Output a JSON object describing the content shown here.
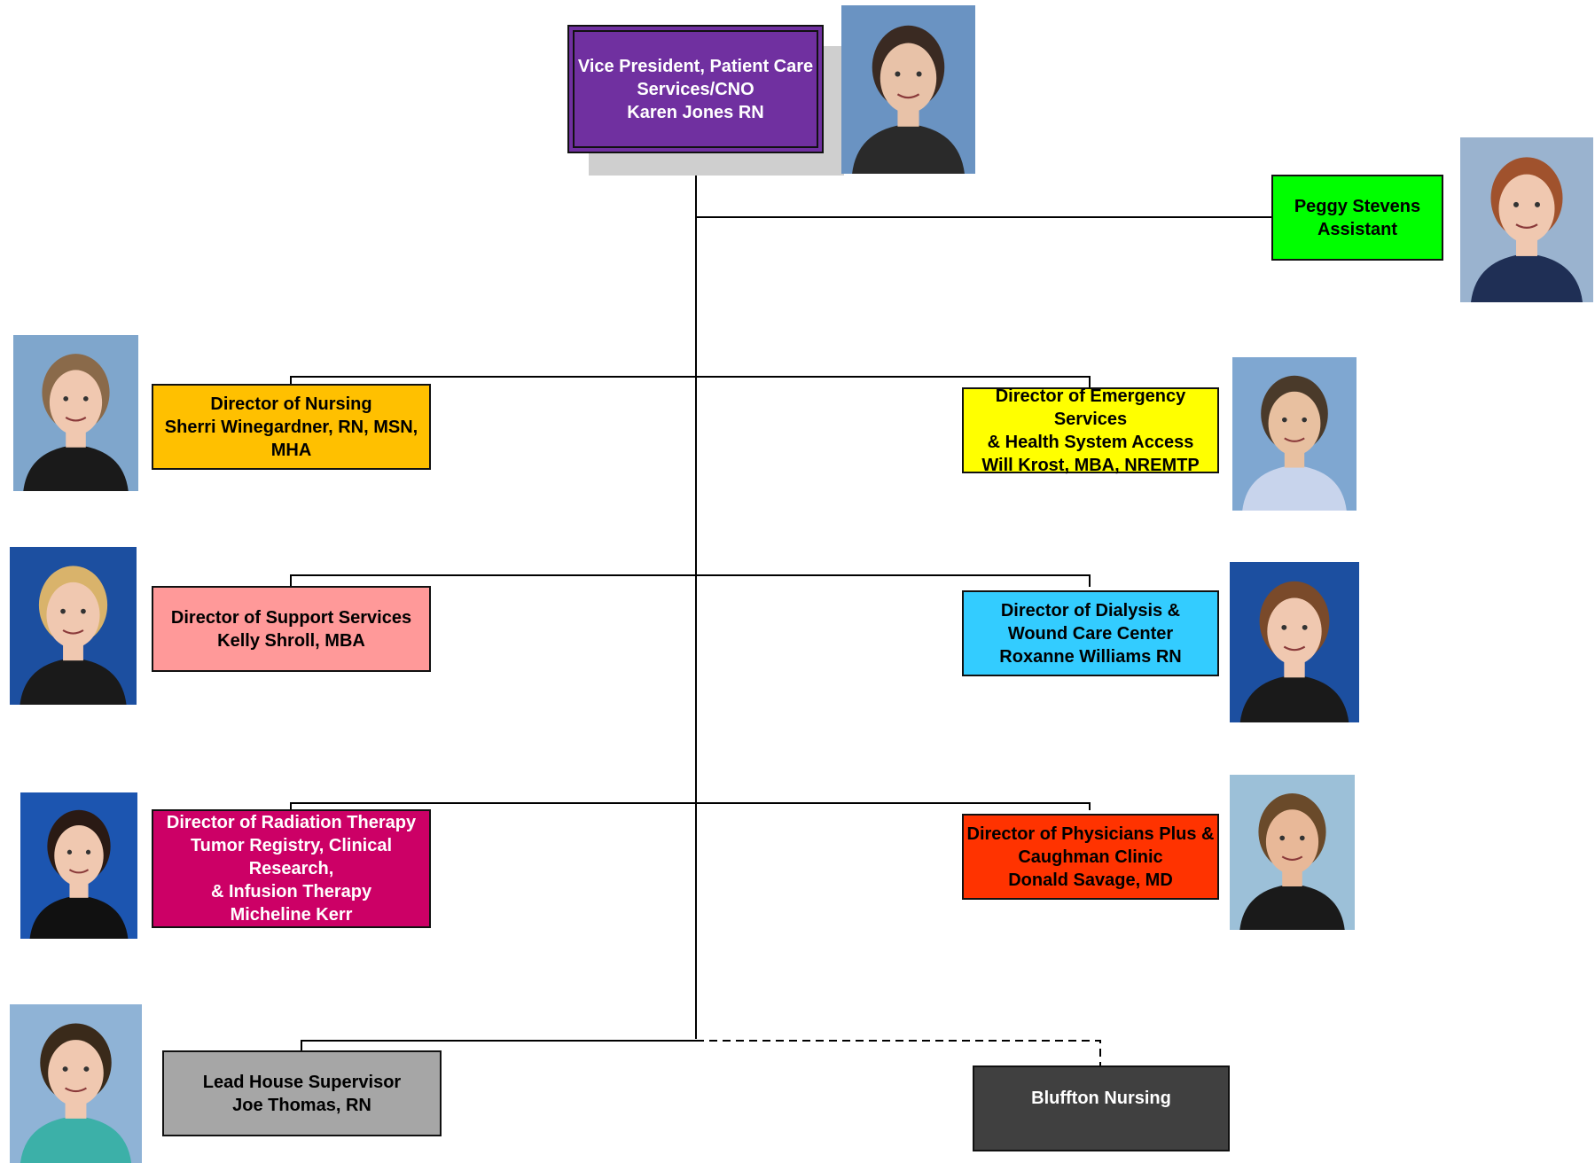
{
  "nodes": {
    "vp": {
      "lines": [
        "Vice President, Patient Care",
        "Services/CNO",
        "Karen Jones RN"
      ],
      "color": "#7030a0",
      "text_color": "#ffffff"
    },
    "assistant": {
      "lines": [
        "Peggy Stevens",
        "Assistant"
      ],
      "color": "#00ff00",
      "text_color": "#000000"
    },
    "nursing": {
      "lines": [
        "Director of Nursing",
        "Sherri Winegardner, RN, MSN,",
        "MHA"
      ],
      "color": "#ffc000",
      "text_color": "#000000"
    },
    "emergency": {
      "lines": [
        "Director of Emergency Services",
        "& Health System Access",
        "Will Krost, MBA, NREMTP"
      ],
      "color": "#ffff00",
      "text_color": "#000000"
    },
    "support": {
      "lines": [
        "Director of Support Services",
        "Kelly Shroll, MBA"
      ],
      "color": "#ff9999",
      "text_color": "#000000"
    },
    "dialysis": {
      "lines": [
        "Director of Dialysis &",
        "Wound Care Center",
        "Roxanne Williams RN"
      ],
      "color": "#33ccff",
      "text_color": "#000000"
    },
    "radiation": {
      "lines": [
        "Director of Radiation Therapy",
        "Tumor Registry, Clinical Research,",
        "& Infusion Therapy",
        "Micheline Kerr"
      ],
      "color": "#cc0066",
      "text_color": "#ffffff"
    },
    "physicians": {
      "lines": [
        "Director of Physicians Plus &",
        "Caughman Clinic",
        "Donald Savage, MD"
      ],
      "color": "#ff3300",
      "text_color": "#000000"
    },
    "supervisor": {
      "lines": [
        "Lead House Supervisor",
        "Joe Thomas, RN"
      ],
      "color": "#a6a6a6",
      "text_color": "#000000"
    },
    "bluffton": {
      "lines": [
        "Bluffton Nursing"
      ],
      "color": "#404040",
      "text_color": "#ffffff"
    }
  },
  "photos": {
    "karen": {
      "bg": "#6a93c2",
      "hair": "#3a2a22",
      "skin": "#e8c2a8",
      "clothes": "#2a2a2a"
    },
    "peggy": {
      "bg": "#9ab3cf",
      "hair": "#a0522d",
      "skin": "#f0c8b0",
      "clothes": "#1f2f55"
    },
    "sherri": {
      "bg": "#7fa6cc",
      "hair": "#8a6a4a",
      "skin": "#f0c8b0",
      "clothes": "#1a1a1a"
    },
    "will": {
      "bg": "#7fa7d1",
      "hair": "#4a3a2a",
      "skin": "#e8c0a0",
      "clothes": "#c8d4ec"
    },
    "kelly": {
      "bg": "#1c4fa0",
      "hair": "#d9b36b",
      "skin": "#f0c8b0",
      "clothes": "#1a1a1a"
    },
    "roxanne": {
      "bg": "#1c4fa0",
      "hair": "#7a4a2a",
      "skin": "#f0c8b0",
      "clothes": "#1a1a1a"
    },
    "micheline": {
      "bg": "#1c55b0",
      "hair": "#2a1a14",
      "skin": "#f0c8b0",
      "clothes": "#111111"
    },
    "donald": {
      "bg": "#9cc0d8",
      "hair": "#6a4a2a",
      "skin": "#e8b898",
      "clothes": "#1a1a1a"
    },
    "joe": {
      "bg": "#8fb3d6",
      "hair": "#3a2a1a",
      "skin": "#f0c8b0",
      "clothes": "#3cb0a8"
    }
  }
}
